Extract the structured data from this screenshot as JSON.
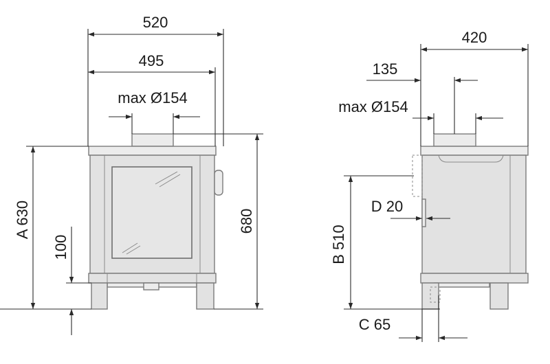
{
  "front_view": {
    "width_overall": "520",
    "width_top": "495",
    "flue_diameter": "max Ø154",
    "height_a": "A 630",
    "height_total": "680",
    "leg_height": "100"
  },
  "side_view": {
    "depth_overall": "420",
    "flue_offset": "135",
    "flue_diameter": "max Ø154",
    "height_b": "B 510",
    "dim_d": "D 20",
    "dim_c": "C 65"
  }
}
